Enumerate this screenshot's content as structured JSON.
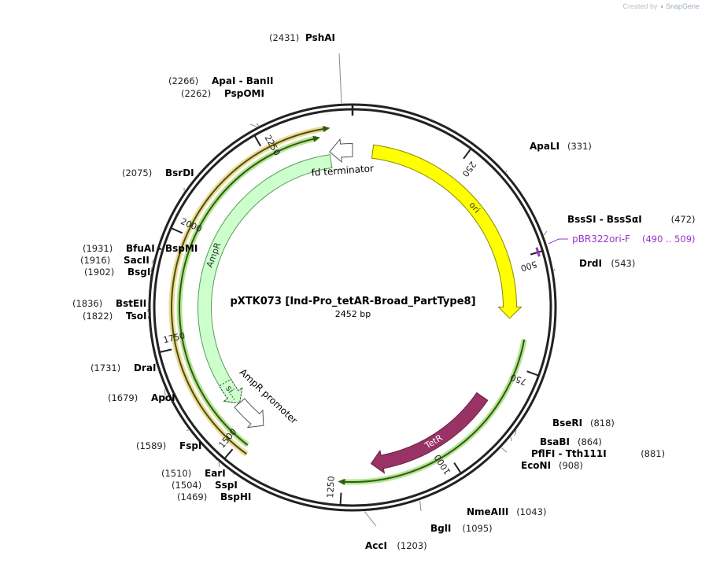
{
  "watermark": {
    "prefix": "Created by",
    "brand": "SnapGene"
  },
  "plasmid": {
    "name": "pXTK073 [Ind-Pro_tetAR-Broad_PartType8]",
    "length_label": "2452 bp",
    "length": 2452
  },
  "ticks": [
    {
      "pos": 250,
      "label": "250"
    },
    {
      "pos": 500,
      "label": "500"
    },
    {
      "pos": 750,
      "label": "750"
    },
    {
      "pos": 1000,
      "label": "1000"
    },
    {
      "pos": 1250,
      "label": "1250"
    },
    {
      "pos": 1500,
      "label": "1500"
    },
    {
      "pos": 1750,
      "label": "1750"
    },
    {
      "pos": 2000,
      "label": "2000"
    },
    {
      "pos": 2250,
      "label": "2250"
    }
  ],
  "features": [
    {
      "name": "ori",
      "start": 50,
      "end": 640,
      "strand": "+",
      "color": "#ffff00",
      "stroke": "#888800",
      "textColor": "#333333"
    },
    {
      "name": "TetR",
      "start": 848,
      "end": 1180,
      "strand": "+",
      "color": "#993366",
      "stroke": "#661f44",
      "textColor": "#ffffff"
    },
    {
      "name": "AmpR",
      "start": 1565,
      "end": 2395,
      "strand": "-",
      "color": "#ccffcc",
      "stroke": "#5a9a5a",
      "textColor": "#333333"
    },
    {
      "name": "si…",
      "start": 1565,
      "end": 1631,
      "strand": "-",
      "color": "#ccffcc",
      "stroke": "#333333",
      "textColor": "#333333"
    },
    {
      "name": "AmpR promoter",
      "start": 1478,
      "end": 1565,
      "strand": "-",
      "color": "#ffffff",
      "stroke": "#555555",
      "textColor": "#000000"
    },
    {
      "name": "fd terminator",
      "start": 2395,
      "end": 2452,
      "strand": "-",
      "color": "#ffffff",
      "stroke": "#555555",
      "textColor": "#000000"
    }
  ],
  "thin_arcs": [
    {
      "start": 685,
      "end": 1250,
      "strand": "+",
      "color": "#7ccc3a"
    },
    {
      "start": 1480,
      "end": 2370,
      "strand": "+",
      "color": "#7ccc3a"
    },
    {
      "start": 1470,
      "end": 2395,
      "strand": "+",
      "color": "#f5b041"
    }
  ],
  "primers": [
    {
      "name": "pBR322ori-F",
      "range": "(490 .. 509)",
      "start": 490,
      "end": 509,
      "color": "#9933cc"
    }
  ],
  "sites": [
    {
      "name": "PshAI",
      "pos": "(2431)"
    },
    {
      "name": "ApaI  -  BanII",
      "pos": "(2266)"
    },
    {
      "name": "PspOMI",
      "pos": "(2262)"
    },
    {
      "name": "BsrDI",
      "pos": "(2075)"
    },
    {
      "name": "BfuAI  -  BspMI",
      "pos": "(1931)"
    },
    {
      "name": "SacII",
      "pos": "(1916)"
    },
    {
      "name": "BsgI",
      "pos": "(1902)"
    },
    {
      "name": "BstEII",
      "pos": "(1836)"
    },
    {
      "name": "TsoI",
      "pos": "(1822)"
    },
    {
      "name": "DraI",
      "pos": "(1731)"
    },
    {
      "name": "ApoI",
      "pos": "(1679)"
    },
    {
      "name": "FspI",
      "pos": "(1589)"
    },
    {
      "name": "EarI",
      "pos": "(1510)"
    },
    {
      "name": "SspI",
      "pos": "(1504)"
    },
    {
      "name": "BspHI",
      "pos": "(1469)"
    },
    {
      "name": "ApaLI",
      "pos": "(331)"
    },
    {
      "name": "BssSI  -  BssSαI",
      "pos": "(472)"
    },
    {
      "name": "DrdI",
      "pos": "(543)"
    },
    {
      "name": "BseRI",
      "pos": "(818)"
    },
    {
      "name": "BsaBI",
      "pos": "(864)"
    },
    {
      "name": "PflFI  -  Tth111I",
      "pos": "(881)"
    },
    {
      "name": "EcoNI",
      "pos": "(908)"
    },
    {
      "name": "NmeAIII",
      "pos": "(1043)"
    },
    {
      "name": "BglI",
      "pos": "(1095)"
    },
    {
      "name": "AccI",
      "pos": "(1203)"
    }
  ]
}
